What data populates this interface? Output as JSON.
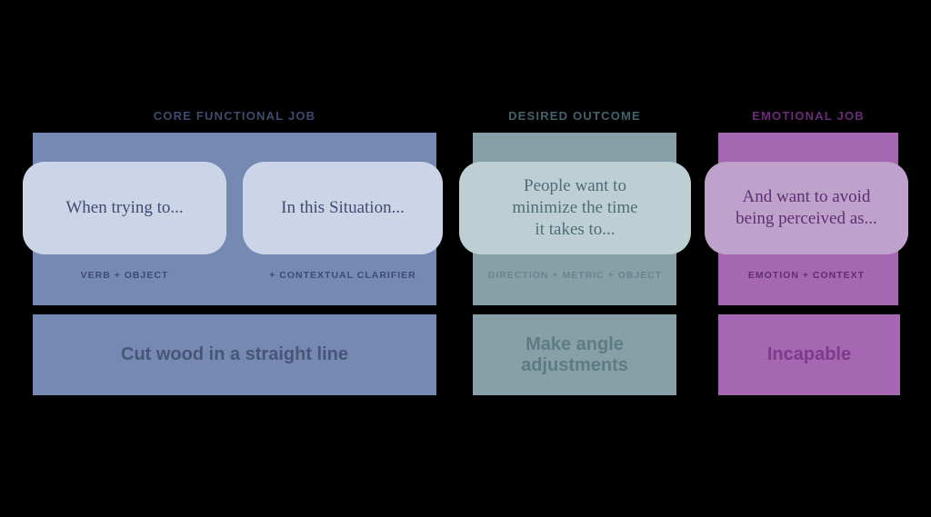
{
  "canvas": {
    "background": "#000000"
  },
  "columns": [
    {
      "header": "CORE FUNCTIONAL JOB",
      "header_color": "#3e4b6e",
      "panel_color": "#7589b2",
      "card_bg": "#ccd4e8",
      "card_text_color": "#3e4c70",
      "label_color": "#3e4c70",
      "cards": [
        {
          "text": "When trying to...",
          "label": "VERB + OBJECT"
        },
        {
          "text": "In this Situation...",
          "label": "+ CONTEXTUAL CLARIFIER"
        }
      ],
      "example": {
        "text": "Cut wood in a straight line",
        "text_color": "#475677",
        "bg": "#7589b2"
      }
    },
    {
      "header": "DESIRED OUTCOME",
      "header_color": "#45626c",
      "panel_color": "#87a0a8",
      "card_bg": "#bdcfd3",
      "card_text_color": "#4e6d77",
      "label_color": "#67858f",
      "cards": [
        {
          "text": "People want to\nminimize the time\nit takes to...",
          "label": "DIRECTION + METRIC + OBJECT"
        }
      ],
      "example": {
        "text": "Make angle\nadjustments",
        "text_color": "#5e7b83",
        "bg": "#87a0a8"
      }
    },
    {
      "header": "EMOTIONAL JOB",
      "header_color": "#6b2b79",
      "panel_color": "#a667b2",
      "card_bg": "#bfa2cc",
      "card_text_color": "#5e2d72",
      "label_color": "#5e2d72",
      "cards": [
        {
          "text": "And want to avoid\nbeing perceived as...",
          "label": "EMOTION + CONTEXT"
        }
      ],
      "example": {
        "text": "Incapable",
        "text_color": "#7c3b88",
        "bg": "#a667b2"
      }
    }
  ]
}
